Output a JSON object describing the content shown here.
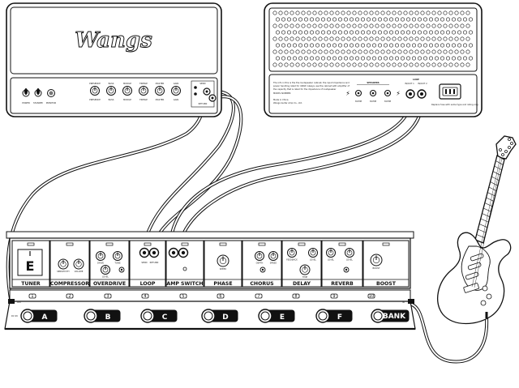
{
  "amp_head": {
    "brand": "Wangs",
    "front_labels": [
      "POWER",
      "STANDBY",
      "MONITOR"
    ],
    "knob_labels": [
      "PRESENCE",
      "BASS",
      "MIDDLE",
      "TREBLE",
      "MASTER",
      "GAIN"
    ],
    "send_return": [
      "SEND",
      "RETURN"
    ]
  },
  "cabinet": {
    "text_lines": [
      "The info in this is the the loudspeaker cabinet, the input impedance and",
      "power handling rated for 400W. Always use the cabinet with amplifier of",
      "the capacity that is rated for the impedance of loudspeaker",
      "MODEL NUMBER"
    ],
    "maker_lines": [
      "Made in China",
      "Wangs Guitar Amp Co., Ltd."
    ],
    "speaker_group": "SPEAKERS",
    "speaker_ohms": [
      "8OHM",
      "8OHM",
      "8OHM"
    ],
    "loop_group": "LOOP",
    "loop_labels": [
      "IN/OUT 1",
      "IN/OUT 2"
    ],
    "power_note": "Replace fuse with same type and rating only"
  },
  "pedal_board": {
    "modules": [
      "TUNER",
      "COMPRESSOR",
      "OVERDRIVE",
      "LOOP",
      "AMP SWITCH",
      "PHASE",
      "CHORUS",
      "DELAY",
      "REVERB",
      "BOOST"
    ],
    "tuner_note": "E",
    "knob_labels": [
      "SENSITIVITY",
      "VOLUME",
      "DRIVE",
      "TONE",
      "LEVEL",
      "SPEED",
      "DEPTH",
      "SPEED",
      "FEEDBACK",
      "TIME",
      "LEVEL",
      "BOOST"
    ],
    "loop_jacks": [
      "SEND",
      "RETURN"
    ],
    "io": {
      "out": "OUT",
      "in": "IN",
      "dc": "DC 9V"
    },
    "channel_numbers": [
      "1",
      "2",
      "3",
      "4",
      "5",
      "6",
      "7",
      "8",
      "9",
      "10"
    ],
    "footswitches": [
      "A",
      "B",
      "C",
      "D",
      "E",
      "F"
    ],
    "bank": "BANK"
  }
}
